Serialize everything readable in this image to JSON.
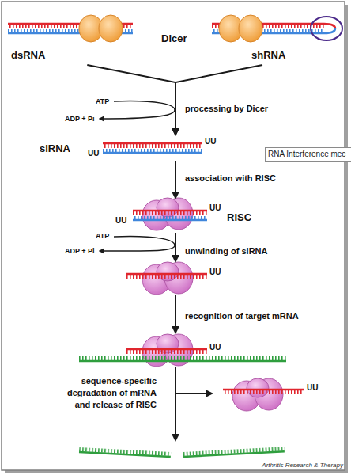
{
  "diagram": {
    "nodes": [
      {
        "text": [
          "dsRNA"
        ]
      },
      {
        "text": [
          "shRNA"
        ]
      },
      {
        "text": [
          "siRNA",
          "UU",
          "UU"
        ]
      },
      {
        "text": [
          "RNA Interference mec"
        ]
      },
      {
        "text": [
          "RISC",
          "UU",
          "UU"
        ]
      },
      {
        "text": [
          "UU"
        ]
      },
      {
        "text": [
          "UU"
        ]
      },
      {
        "text": [
          "UU"
        ]
      }
    ],
    "edges": [
      {
        "from": 0,
        "to": 2,
        "arrow": "to"
      },
      {
        "from": 1,
        "to": 2,
        "arrow": "to"
      },
      {
        "from": 2,
        "to": 4,
        "arrow": "to",
        "label": "association with RISC"
      },
      {
        "from": 4,
        "to": 5,
        "arrow": "to",
        "label": "unwinding of siRNA"
      },
      {
        "from": 5,
        "to": 6,
        "arrow": "to",
        "label": "recognition of target mRNA"
      },
      {
        "from": 6,
        "to": 7,
        "arrow": "to"
      }
    ],
    "labels": [
      "Dicer",
      "ATP",
      "ADP + Pi",
      "processing by Dicer",
      "ATP",
      "ADP + Pi",
      "sequence-specific degradation of mRNA and release of RISC",
      "Arthritis Research & Therapy"
    ]
  }
}
